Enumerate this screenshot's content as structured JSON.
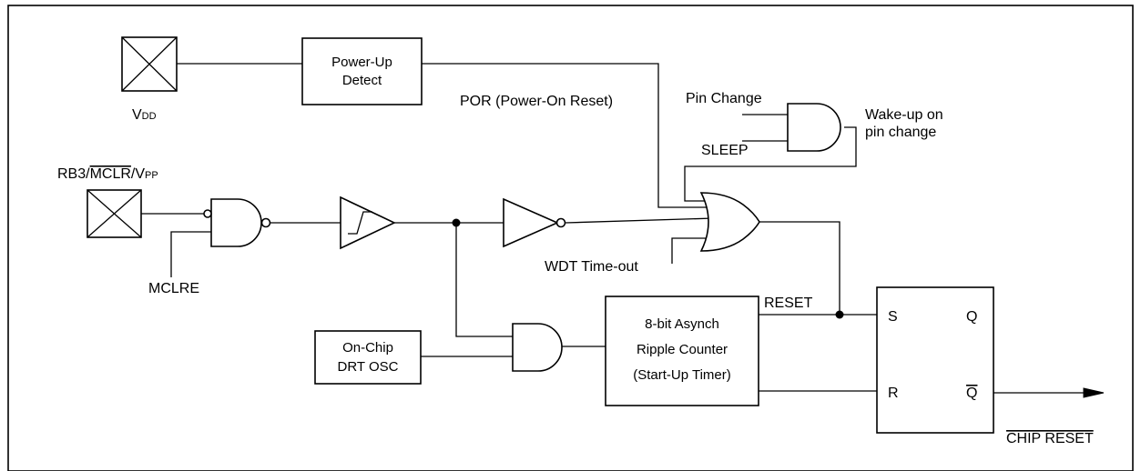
{
  "blocks": {
    "power_up": [
      "Power-Up",
      "Detect"
    ],
    "on_chip": [
      "On-Chip",
      "DRT OSC"
    ],
    "counter": [
      "8-bit Asynch",
      "Ripple Counter",
      "(Start-Up Timer)"
    ]
  },
  "labels": {
    "vdd_main": "V",
    "vdd_sub": "DD",
    "rb3_prefix": "RB3/",
    "rb3_mclr": "MCLR",
    "rb3_slash": "/V",
    "rb3_sub": "PP",
    "mclre": "MCLRE",
    "por": "POR (Power-On Reset)",
    "pin_change": "Pin Change",
    "sleep": "SLEEP",
    "wake_line1": "Wake-up on",
    "wake_line2": "pin change",
    "wdt": "WDT Time-out",
    "reset": "RESET",
    "s": "S",
    "r": "R",
    "q": "Q",
    "q_bar": "Q",
    "chip_reset": "CHIP RESET"
  }
}
